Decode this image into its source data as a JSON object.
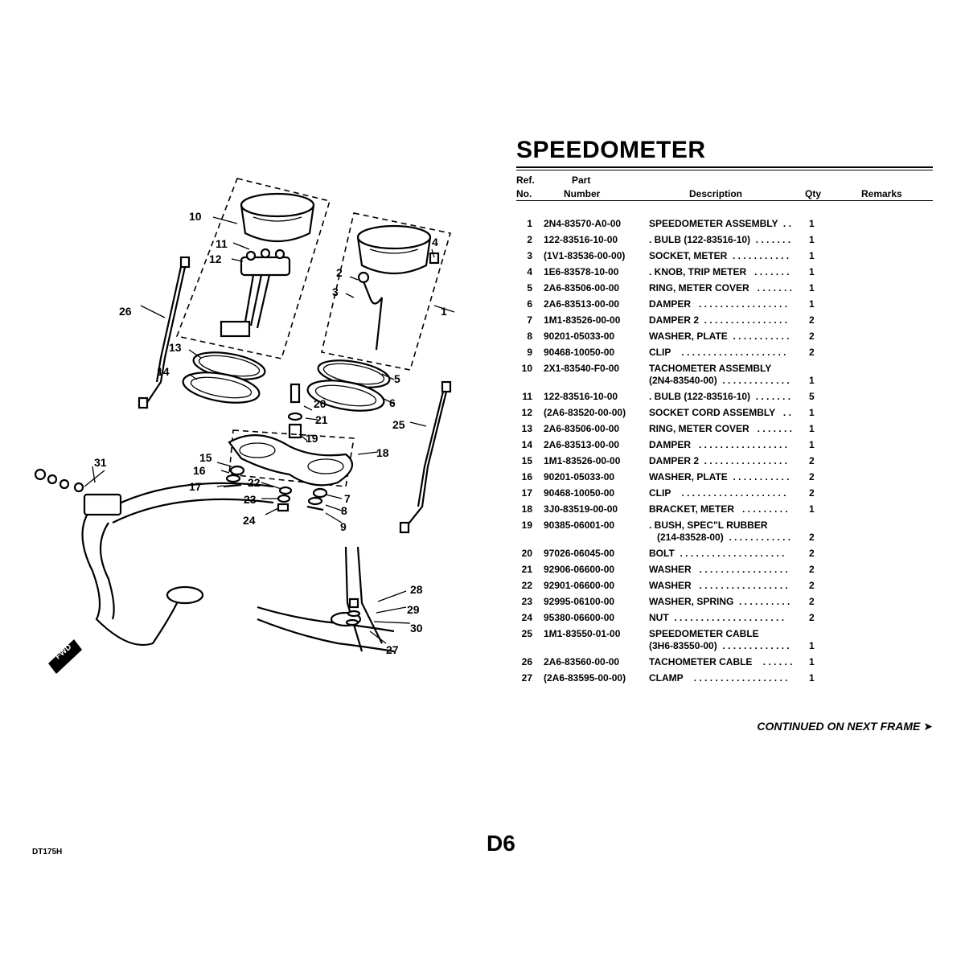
{
  "title": "SPEEDOMETER",
  "columns": {
    "ref_line1": "Ref.",
    "ref_line2": "No.",
    "part_line1": "Part",
    "part_line2": "Number",
    "description": "Description",
    "qty": "Qty",
    "remarks": "Remarks"
  },
  "parts": [
    {
      "ref": "1",
      "part": "2N4-83570-A0-00",
      "desc": [
        "SPEEDOMETER ASSEMBLY  . ."
      ],
      "qty": "1"
    },
    {
      "ref": "2",
      "part": "122-83516-10-00",
      "desc": [
        ". BULB (122-83516-10)  . . . . . . ."
      ],
      "qty": "1"
    },
    {
      "ref": "3",
      "part": "(1V1-83536-00-00)",
      "desc": [
        "SOCKET, METER  . . . . . . . . . . ."
      ],
      "qty": "1"
    },
    {
      "ref": "4",
      "part": "1E6-83578-10-00",
      "desc": [
        ". KNOB, TRIP METER   . . . . . . ."
      ],
      "qty": "1"
    },
    {
      "ref": "5",
      "part": "2A6-83506-00-00",
      "desc": [
        "RING, METER COVER   . . . . . . ."
      ],
      "qty": "1"
    },
    {
      "ref": "6",
      "part": "2A6-83513-00-00",
      "desc": [
        "DAMPER   . . . . . . . . . . . . . . . . ."
      ],
      "qty": "1"
    },
    {
      "ref": "7",
      "part": "1M1-83526-00-00",
      "desc": [
        "DAMPER 2  . . . . . . . . . . . . . . . ."
      ],
      "qty": "2"
    },
    {
      "ref": "8",
      "part": "90201-05033-00",
      "desc": [
        "WASHER, PLATE  . . . . . . . . . . ."
      ],
      "qty": "2"
    },
    {
      "ref": "9",
      "part": "90468-10050-00",
      "desc": [
        "CLIP    . . . . . . . . . . . . . . . . . . . ."
      ],
      "qty": "2"
    },
    {
      "ref": "10",
      "part": "2X1-83540-F0-00",
      "desc": [
        "TACHOMETER ASSEMBLY",
        "(2N4-83540-00)  . . . . . . . . . . . . ."
      ],
      "qty": "1"
    },
    {
      "ref": "11",
      "part": "122-83516-10-00",
      "desc": [
        ". BULB (122-83516-10)  . . . . . . ."
      ],
      "qty": "5"
    },
    {
      "ref": "12",
      "part": "(2A6-83520-00-00)",
      "desc": [
        "SOCKET CORD ASSEMBLY   . ."
      ],
      "qty": "1"
    },
    {
      "ref": "13",
      "part": "2A6-83506-00-00",
      "desc": [
        "RING, METER COVER   . . . . . . ."
      ],
      "qty": "1"
    },
    {
      "ref": "14",
      "part": "2A6-83513-00-00",
      "desc": [
        "DAMPER   . . . . . . . . . . . . . . . . ."
      ],
      "qty": "1"
    },
    {
      "ref": "15",
      "part": "1M1-83526-00-00",
      "desc": [
        "DAMPER 2  . . . . . . . . . . . . . . . ."
      ],
      "qty": "2"
    },
    {
      "ref": "16",
      "part": "90201-05033-00",
      "desc": [
        "WASHER, PLATE  . . . . . . . . . . ."
      ],
      "qty": "2"
    },
    {
      "ref": "17",
      "part": "90468-10050-00",
      "desc": [
        "CLIP    . . . . . . . . . . . . . . . . . . . ."
      ],
      "qty": "2"
    },
    {
      "ref": "18",
      "part": "3J0-83519-00-00",
      "desc": [
        "BRACKET, METER   . . . . . . . . ."
      ],
      "qty": "1"
    },
    {
      "ref": "19",
      "part": "90385-06001-00",
      "desc": [
        ". BUSH, SPEC\"L RUBBER",
        "   (214-83528-00)  . . . . . . . . . . . ."
      ],
      "qty": "2"
    },
    {
      "ref": "20",
      "part": "97026-06045-00",
      "desc": [
        "BOLT  . . . . . . . . . . . . . . . . . . . ."
      ],
      "qty": "2"
    },
    {
      "ref": "21",
      "part": "92906-06600-00",
      "desc": [
        "WASHER   . . . . . . . . . . . . . . . . ."
      ],
      "qty": "2"
    },
    {
      "ref": "22",
      "part": "92901-06600-00",
      "desc": [
        "WASHER   . . . . . . . . . . . . . . . . ."
      ],
      "qty": "2"
    },
    {
      "ref": "23",
      "part": "92995-06100-00",
      "desc": [
        "WASHER, SPRING  . . . . . . . . . ."
      ],
      "qty": "2"
    },
    {
      "ref": "24",
      "part": "95380-06600-00",
      "desc": [
        "NUT  . . . . . . . . . . . . . . . . . . . . ."
      ],
      "qty": "2"
    },
    {
      "ref": "25",
      "part": "1M1-83550-01-00",
      "desc": [
        "SPEEDOMETER CABLE",
        "(3H6-83550-00)  . . . . . . . . . . . . ."
      ],
      "qty": "1"
    },
    {
      "ref": "26",
      "part": "2A6-83560-00-00",
      "desc": [
        "TACHOMETER CABLE    . . . . . ."
      ],
      "qty": "1"
    },
    {
      "ref": "27",
      "part": "(2A6-83595-00-00)",
      "desc": [
        "CLAMP    . . . . . . . . . . . . . . . . . ."
      ],
      "qty": "1"
    }
  ],
  "continued": "CONTINUED ON NEXT FRAME ➤",
  "page_number": "D6",
  "model": "DT175H",
  "diagram": {
    "callouts": [
      "1",
      "2",
      "3",
      "4",
      "5",
      "6",
      "7",
      "8",
      "9",
      "10",
      "11",
      "12",
      "13",
      "14",
      "15",
      "16",
      "17",
      "18",
      "19",
      "20",
      "21",
      "22",
      "23",
      "24",
      "25",
      "26",
      "27",
      "28",
      "29",
      "30",
      "31"
    ],
    "fwd_mark": "FWD"
  }
}
